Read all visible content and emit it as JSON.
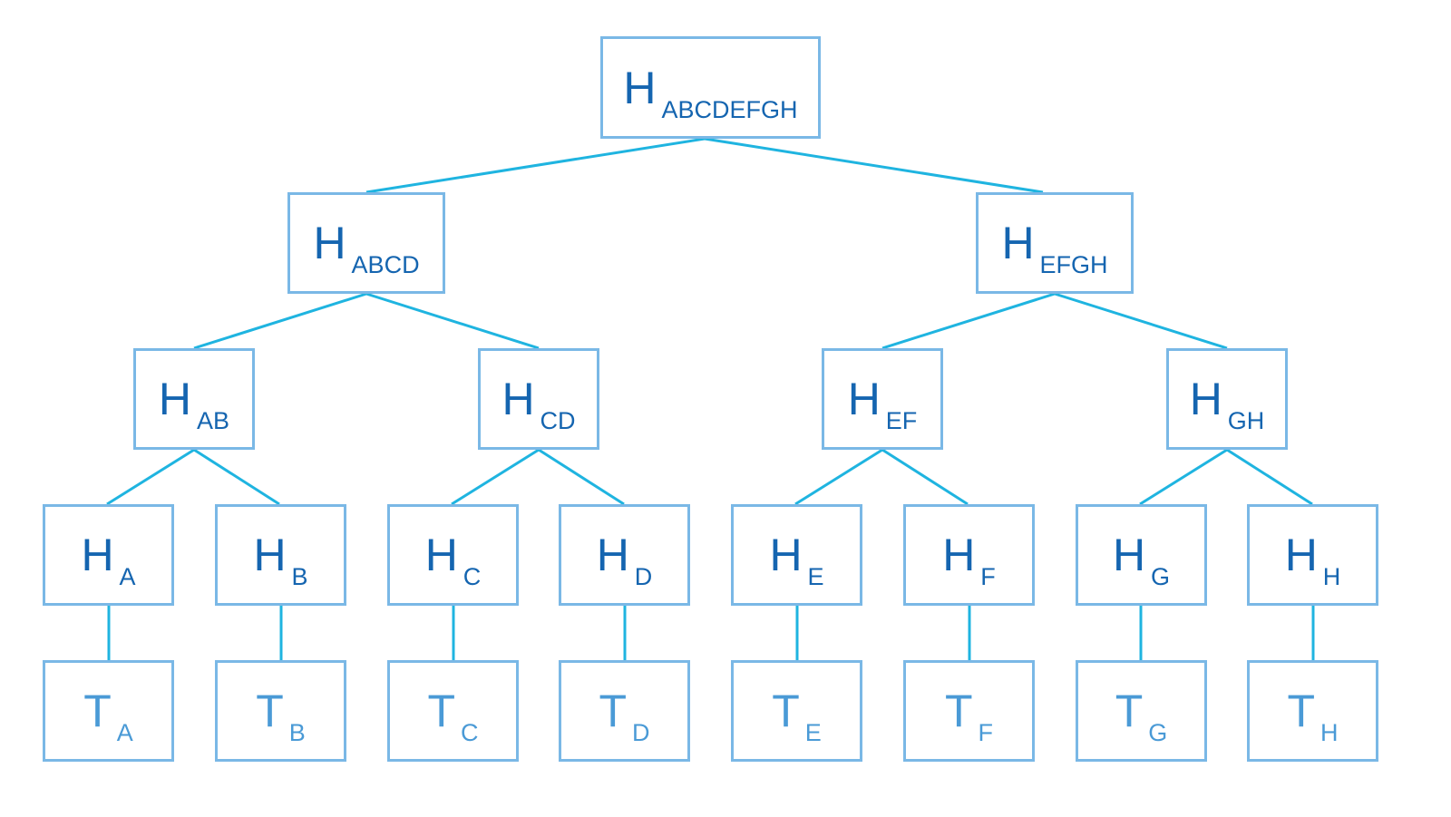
{
  "colors": {
    "box_border": "#7ab8e6",
    "connector": "#1fb4e0",
    "hash_text": "#1565b0",
    "tx_text": "#4a9ad6"
  },
  "root": {
    "letter": "H",
    "sub": "ABCDEFGH"
  },
  "level1": [
    {
      "letter": "H",
      "sub": "ABCD"
    },
    {
      "letter": "H",
      "sub": "EFGH"
    }
  ],
  "level2": [
    {
      "letter": "H",
      "sub": "AB"
    },
    {
      "letter": "H",
      "sub": "CD"
    },
    {
      "letter": "H",
      "sub": "EF"
    },
    {
      "letter": "H",
      "sub": "GH"
    }
  ],
  "leaf_hashes": [
    {
      "letter": "H",
      "sub": "A"
    },
    {
      "letter": "H",
      "sub": "B"
    },
    {
      "letter": "H",
      "sub": "C"
    },
    {
      "letter": "H",
      "sub": "D"
    },
    {
      "letter": "H",
      "sub": "E"
    },
    {
      "letter": "H",
      "sub": "F"
    },
    {
      "letter": "H",
      "sub": "G"
    },
    {
      "letter": "H",
      "sub": "H"
    }
  ],
  "transactions": [
    {
      "letter": "T",
      "sub": "A"
    },
    {
      "letter": "T",
      "sub": "B"
    },
    {
      "letter": "T",
      "sub": "C"
    },
    {
      "letter": "T",
      "sub": "D"
    },
    {
      "letter": "T",
      "sub": "E"
    },
    {
      "letter": "T",
      "sub": "F"
    },
    {
      "letter": "T",
      "sub": "G"
    },
    {
      "letter": "T",
      "sub": "H"
    }
  ]
}
